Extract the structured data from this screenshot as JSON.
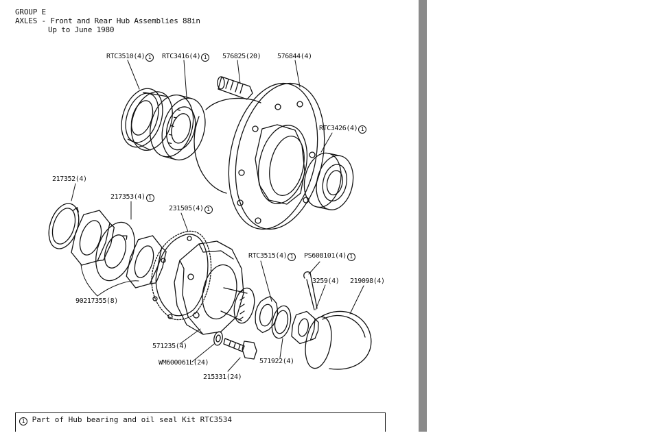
{
  "header": {
    "group": "GROUP E",
    "title_line1": "AXLES - Front and Rear Hub Assemblies 88in",
    "title_line2": "Up to June 1980"
  },
  "callouts": [
    {
      "id": "rtc3510",
      "text": "RTC3510(4)",
      "kit_marker": "1"
    },
    {
      "id": "rtc3416",
      "text": "RTC3416(4)",
      "kit_marker": "1"
    },
    {
      "id": "576825",
      "text": "576825(20)"
    },
    {
      "id": "576844",
      "text": "576844(4)"
    },
    {
      "id": "rtc3426",
      "text": "RTC3426(4)",
      "kit_marker": "1"
    },
    {
      "id": "217352",
      "text": "217352(4)"
    },
    {
      "id": "217353",
      "text": "217353(4)",
      "kit_marker": "1"
    },
    {
      "id": "231505",
      "text": "231505(4)",
      "kit_marker": "1"
    },
    {
      "id": "rtc3515",
      "text": "RTC3515(4)",
      "kit_marker": "1"
    },
    {
      "id": "ps608101",
      "text": "PS608101(4)",
      "kit_marker": "1"
    },
    {
      "id": "3259",
      "text": "3259(4)"
    },
    {
      "id": "219098",
      "text": "219098(4)"
    },
    {
      "id": "90217355",
      "text": "90217355(8)"
    },
    {
      "id": "571235",
      "text": "571235(4)"
    },
    {
      "id": "wm600061l",
      "text": "WM600061L(24)"
    },
    {
      "id": "571922",
      "text": "571922(4)"
    },
    {
      "id": "215331",
      "text": "215331(24)"
    }
  ],
  "footnote": {
    "marker": "1",
    "text": "Part of Hub bearing and oil seal Kit RTC3534"
  }
}
